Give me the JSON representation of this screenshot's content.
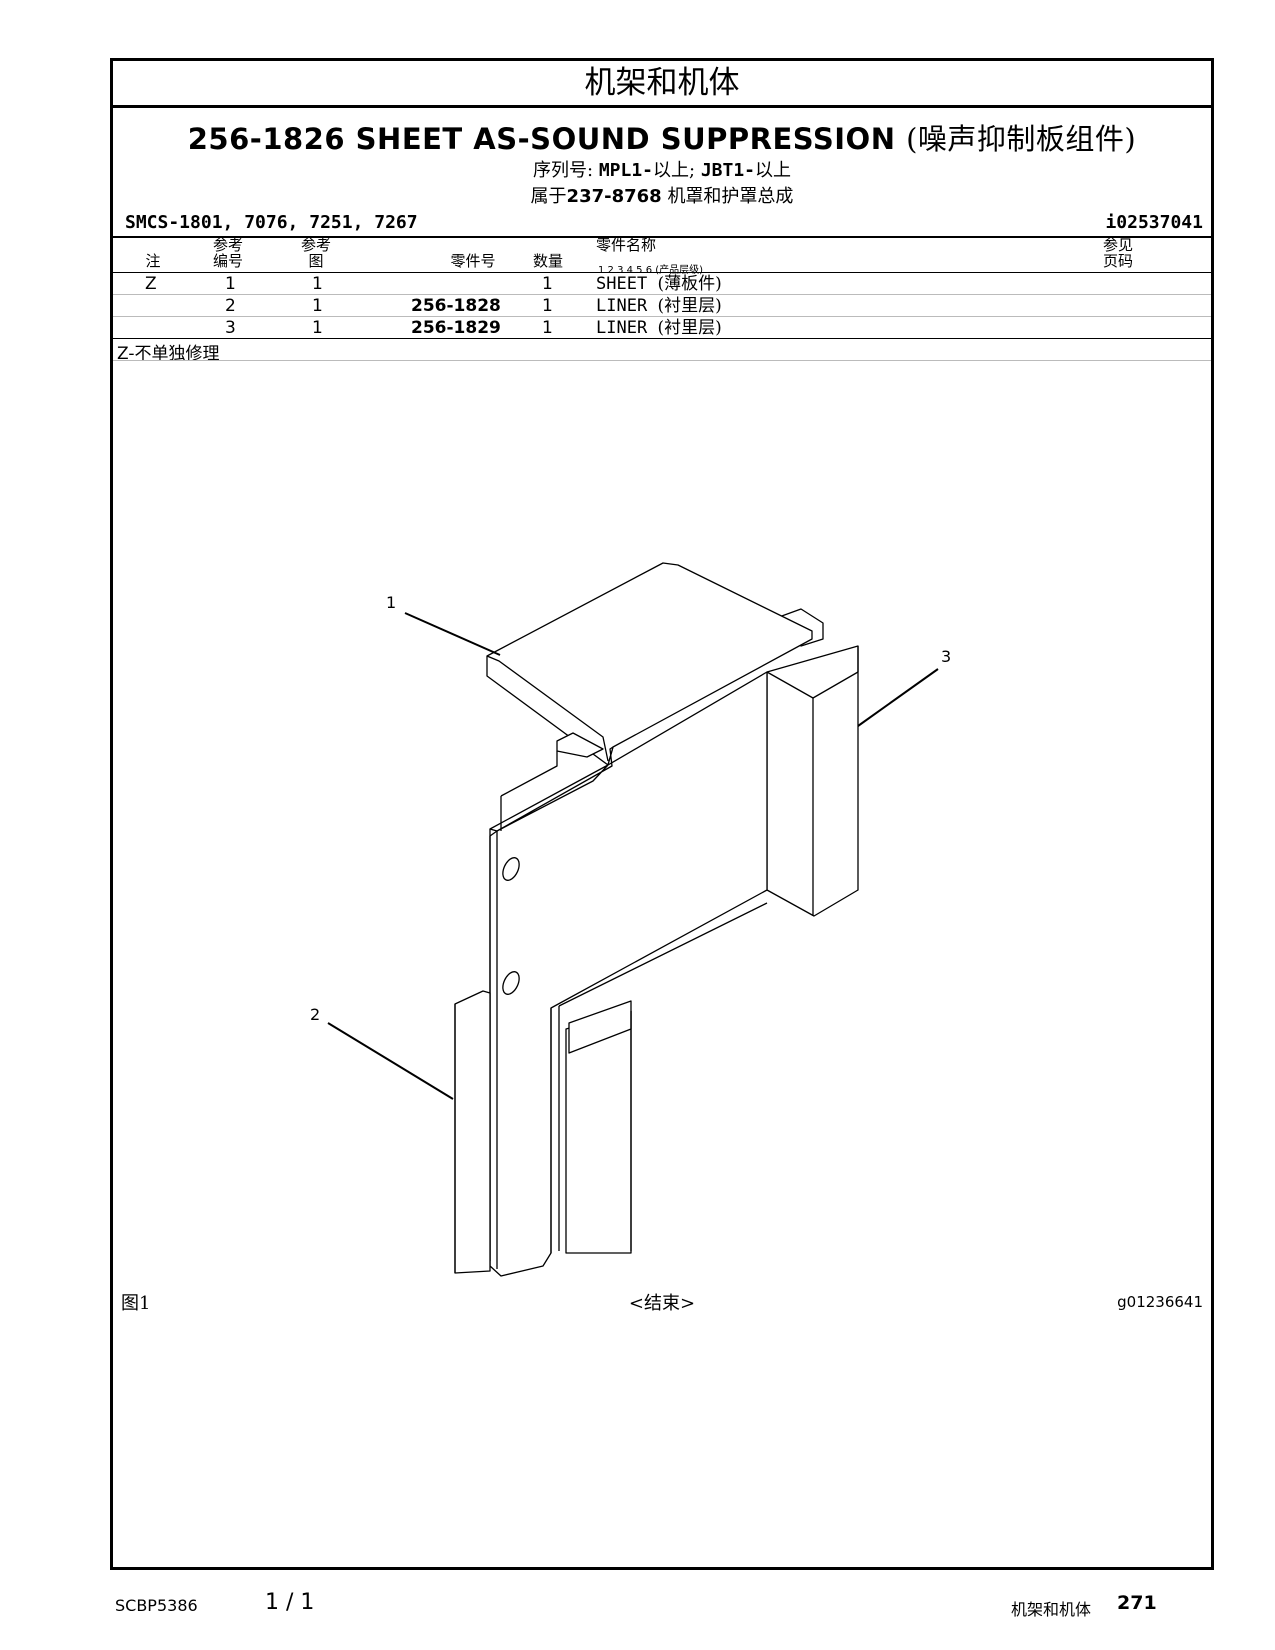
{
  "section_title": "机架和机体",
  "title": {
    "part_code": "256-1826",
    "name_en": "SHEET AS-SOUND SUPPRESSION",
    "name_cn": "(噪声抑制板组件)"
  },
  "serial": {
    "label": "序列号:",
    "mpl": "MPL1-",
    "mpl_suffix": "以上;",
    "jbt": "JBT1-",
    "jbt_suffix": "以上"
  },
  "belongs": {
    "prefix": "属于",
    "part": "237-8768",
    "name": "机罩和护罩总成"
  },
  "smcs": "SMCS-1801, 7076, 7251, 7267",
  "ident": "i02537041",
  "columns": {
    "note": "注",
    "ref_no_top": "参考",
    "ref_no_bottom": "编号",
    "ref_fig_top": "参考",
    "ref_fig_bottom": "图",
    "part_no": "零件号",
    "qty": "数量",
    "part_name": "零件名称",
    "levels": "1 2 3 4 5 6 (产品层级)",
    "see_top": "参见",
    "see_bottom": "页码"
  },
  "rows": [
    {
      "note": "Z",
      "ref": "1",
      "fig": "1",
      "part": "",
      "qty": "1",
      "name": "SHEET",
      "name_cn": "(薄板件)"
    },
    {
      "note": "",
      "ref": "2",
      "fig": "1",
      "part": "256-1828",
      "qty": "1",
      "name": "LINER",
      "name_cn": "(衬里层)"
    },
    {
      "note": "",
      "ref": "3",
      "fig": "1",
      "part": "256-1829",
      "qty": "1",
      "name": "LINER",
      "name_cn": "(衬里层)"
    }
  ],
  "footnote": {
    "code": "Z-",
    "text": "不单独修理"
  },
  "callouts": [
    "1",
    "2",
    "3"
  ],
  "figure_label": "图1",
  "end_label": "<结束>",
  "graphic_id": "g01236641",
  "footer": {
    "doc": "SCBP5386",
    "page": "1 / 1",
    "section": "机架和机体",
    "number": "271"
  }
}
